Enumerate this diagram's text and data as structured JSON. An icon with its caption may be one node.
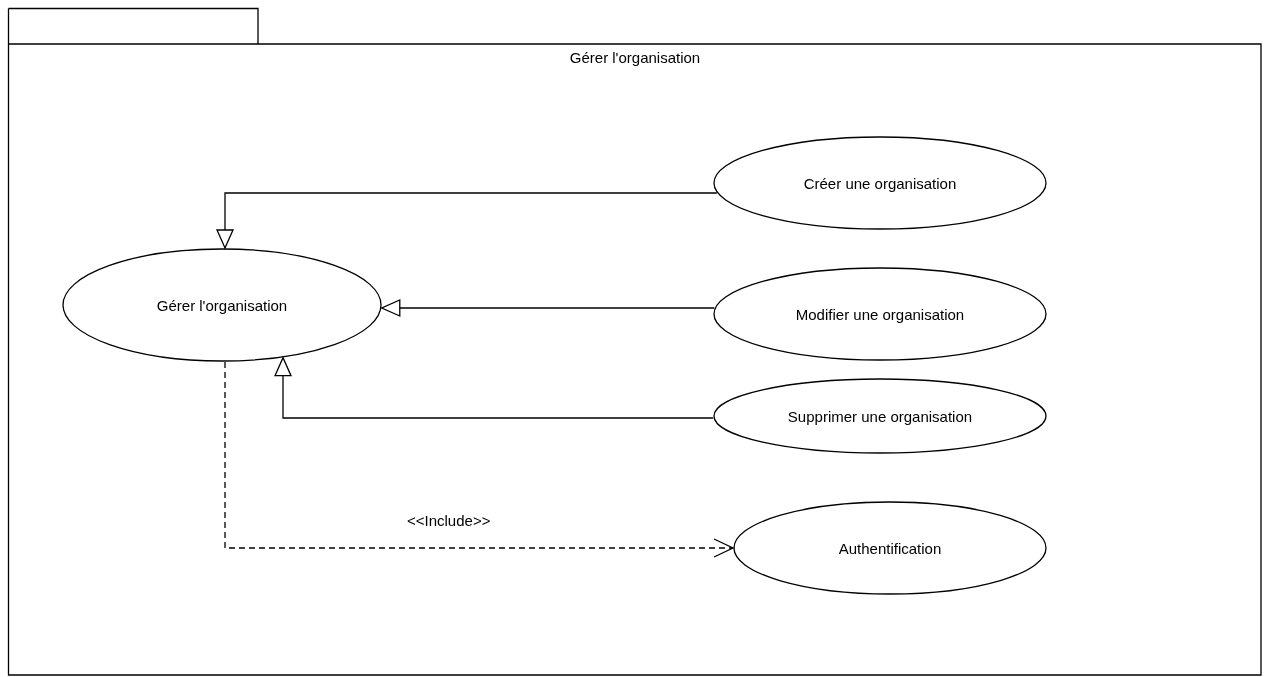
{
  "diagram": {
    "nodes": [
      {
        "text": [
          "Gérer l'organisation"
        ]
      },
      {
        "text": [
          "Gérer l'organisation"
        ],
        "in": 0
      },
      {
        "text": [
          "Créer une organisation"
        ],
        "in": 0
      },
      {
        "text": [
          "Modifier une organisation"
        ],
        "in": 0
      },
      {
        "text": [
          "Supprimer une organisation"
        ],
        "in": 0
      },
      {
        "text": [
          "Authentification"
        ],
        "in": 0
      }
    ],
    "edges": [
      {
        "from": 2,
        "to": 1,
        "arrow": "to"
      },
      {
        "from": 3,
        "to": 1,
        "arrow": "to"
      },
      {
        "from": 4,
        "to": 1,
        "arrow": "to"
      },
      {
        "from": 1,
        "to": 5,
        "arrow": "to",
        "label": "<<Include>>",
        "style": "dashed"
      }
    ]
  }
}
